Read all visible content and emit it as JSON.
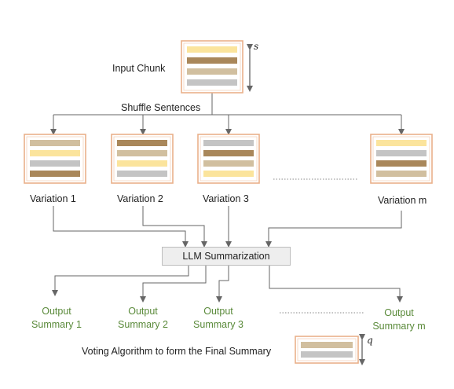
{
  "input_label": "Input Chunk",
  "shuffle_label": "Shuffle Sentences",
  "s_symbol": "s",
  "q_symbol": "q",
  "llm_label": "LLM Summarization",
  "voting_label": "Voting Algorithm to form the Final Summary",
  "variations": [
    {
      "label": "Variation 1"
    },
    {
      "label": "Variation 2"
    },
    {
      "label": "Variation 3"
    },
    {
      "label": "Variation m"
    }
  ],
  "outputs": [
    {
      "line1": "Output",
      "line2": "Summary 1"
    },
    {
      "line1": "Output",
      "line2": "Summary 2"
    },
    {
      "line1": "Output",
      "line2": "Summary  3"
    },
    {
      "line1": "Output",
      "line2": "Summary m"
    }
  ],
  "colors": {
    "sentence_yellow": "#fbe49c",
    "sentence_brown": "#a9875a",
    "sentence_tan": "#d1bf9f",
    "sentence_gray": "#c4c4c4",
    "card_border": "#e9b18a",
    "line": "#666666",
    "output_text": "#5a8a3a"
  }
}
